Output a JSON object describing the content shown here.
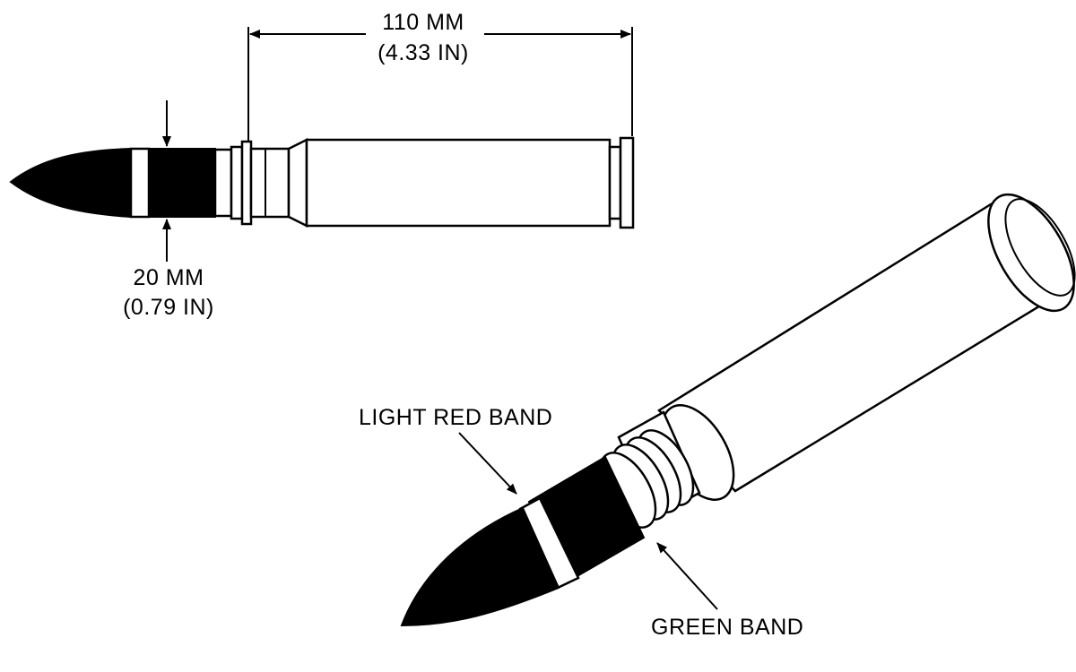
{
  "dimensions": {
    "length_mm": "110 MM",
    "length_in": "(4.33 IN)",
    "diameter_mm": "20 MM",
    "diameter_in": "(0.79 IN)"
  },
  "callouts": {
    "light_red_band": "LIGHT RED BAND",
    "green_band": "GREEN BAND"
  }
}
